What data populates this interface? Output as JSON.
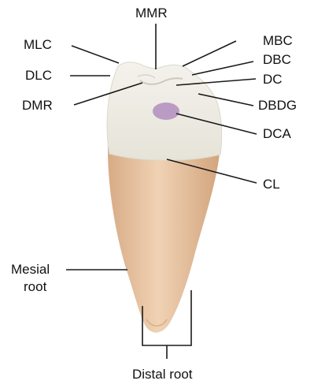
{
  "labels": {
    "mmr": "MMR",
    "mlc": "MLC",
    "dlc": "DLC",
    "dmr": "DMR",
    "mbc": "MBC",
    "dbc": "DBC",
    "dc": "DC",
    "dbdg": "DBDG",
    "dca": "DCA",
    "cl": "CL",
    "mesial_root_line1": "Mesial",
    "mesial_root_line2": "root",
    "distal_root": "Distal root"
  },
  "colors": {
    "crown": "#ece9df",
    "crown_shade": "#d9d5c8",
    "root": "#e6bf9b",
    "root_shade": "#cfa27c",
    "root_highlight": "#f1d6bb",
    "dca_spot": "#b99bc4",
    "leader_line": "#1a1a1a"
  }
}
